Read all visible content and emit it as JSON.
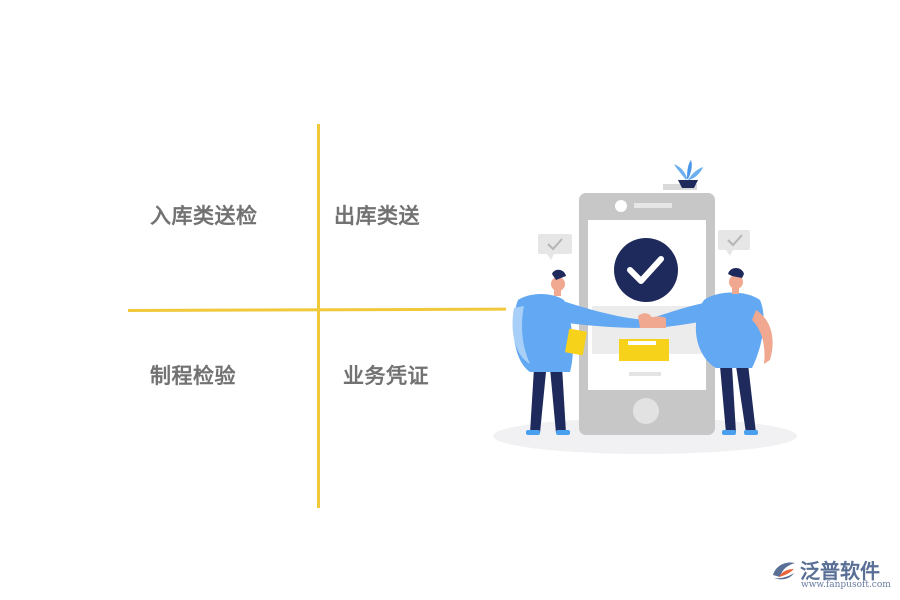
{
  "quadrants": {
    "top_left": "入库类送检",
    "top_right": "出库类送",
    "bottom_left": "制程检验",
    "bottom_right": "业务凭证"
  },
  "brand": {
    "name": "泛普软件",
    "url": "www.fanpusoft.com"
  },
  "colors": {
    "divider": "#f0c93a",
    "label_text": "#727272",
    "brand_text": "#5a6f95",
    "illustration_blue": "#5fa8f5",
    "illustration_navy": "#1f2a5c",
    "phone_gray": "#c9c9c9",
    "accent_yellow": "#f7d21b"
  },
  "icons": [
    "check-circle-icon",
    "chat-bubble-check-icon",
    "plant-icon",
    "fanpu-logo-icon"
  ]
}
